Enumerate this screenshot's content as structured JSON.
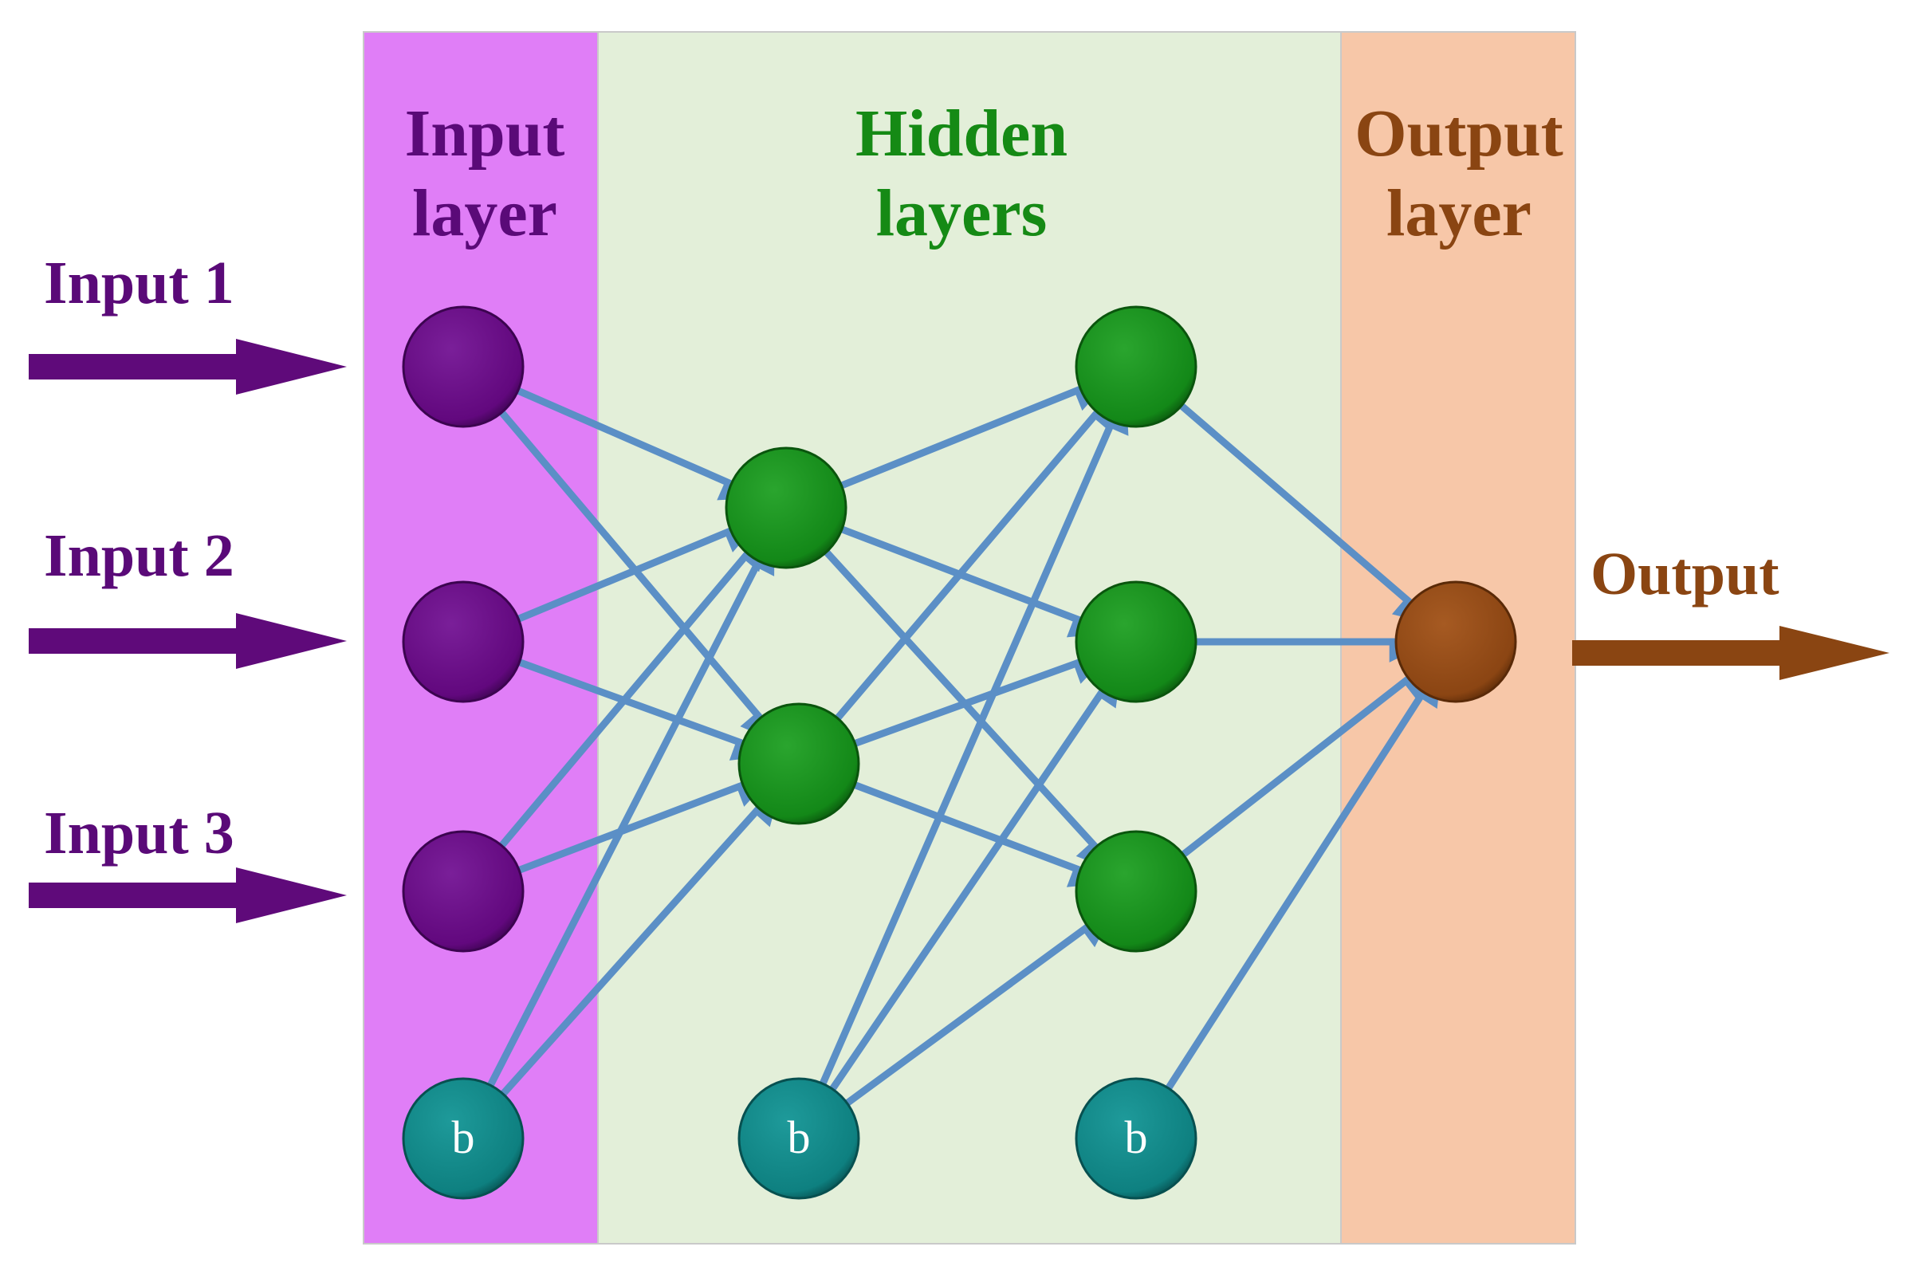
{
  "diagram": {
    "panels": {
      "input": {
        "title_line1": "Input",
        "title_line2": "layer",
        "bg_color": "#e07ef7",
        "text_color": "#5a0a78"
      },
      "hidden": {
        "title_line1": "Hidden",
        "title_line2": "layers",
        "bg_color": "#e3efd9",
        "text_color": "#158a15"
      },
      "output": {
        "title_line1": "Output",
        "title_line2": "layer",
        "bg_color": "#f7c7a8",
        "text_color": "#8a4512"
      }
    },
    "inputs": [
      "Input 1",
      "Input 2",
      "Input 3"
    ],
    "output_label": "Output",
    "bias_label": "b",
    "colors": {
      "input_node": "#62087e",
      "hidden_node": "#138818",
      "output_node": "#8b4513",
      "bias_node": "#0e8080",
      "connection": "#5b8fc6",
      "input_arrow": "#5f0a7a",
      "output_arrow": "#8a4512"
    },
    "layers": [
      {
        "name": "input",
        "neurons": 3,
        "has_bias": true
      },
      {
        "name": "hidden-1",
        "neurons": 2,
        "has_bias": true
      },
      {
        "name": "hidden-2",
        "neurons": 3,
        "has_bias": true
      },
      {
        "name": "output",
        "neurons": 1,
        "has_bias": false
      }
    ]
  }
}
